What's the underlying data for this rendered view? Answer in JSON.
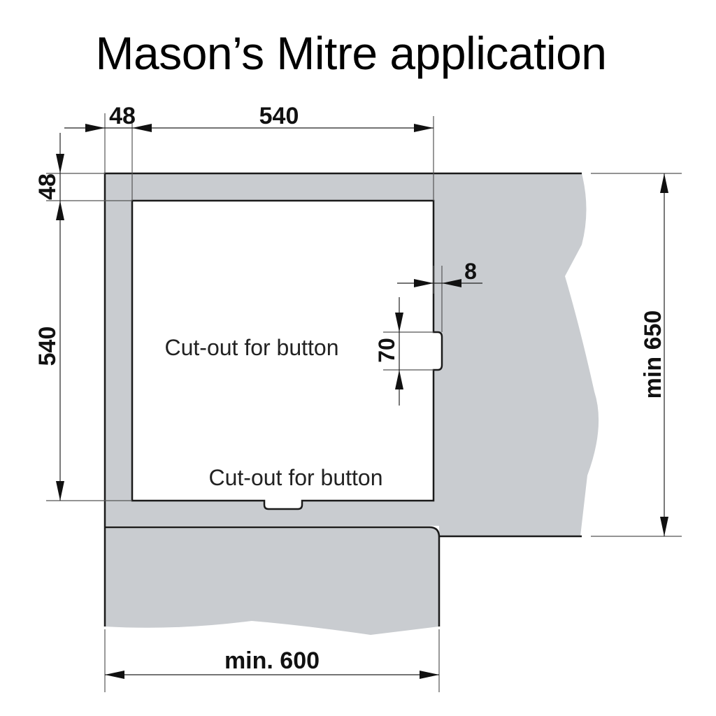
{
  "title": "Mason’s Mitre application",
  "colors": {
    "worktop": "#c9ccd0",
    "outline": "#1a1a1a",
    "background": "#ffffff"
  },
  "dimensions": {
    "top_left_margin": "48",
    "top_width": "540",
    "side_top_margin": "48",
    "side_height": "540",
    "edge_offset": "8",
    "button_cutout_height": "70",
    "worktop_depth": "min 650",
    "lower_width": "min. 600"
  },
  "labels": {
    "cutout_side": "Cut-out for button",
    "cutout_bottom": "Cut-out for button"
  }
}
